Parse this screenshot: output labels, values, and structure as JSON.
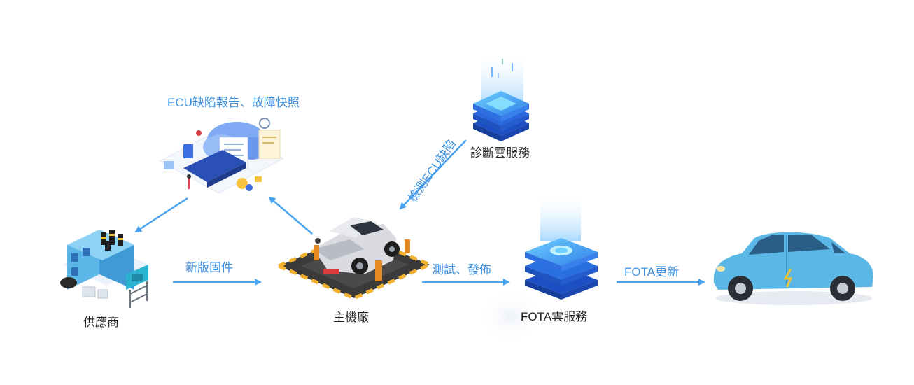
{
  "nodes": {
    "supplier": "供應商",
    "oem": "主機廠",
    "diagnosis_cloud": "診斷雲服務",
    "fota_cloud": "FOTA雲服務"
  },
  "flows": {
    "defect_report": "ECU缺陷報告、故障快照",
    "detect_defect": "檢測ECU缺陷",
    "new_firmware": "新版固件",
    "test_release": "測試、發佈",
    "fota_update": "FOTA更新"
  },
  "colors": {
    "arrow": "#4aa3f0",
    "label_blue": "#3a8fe0",
    "node_text": "#222222",
    "car_body": "#5bb8e6"
  },
  "icons": [
    "cloud-platform-icon",
    "factory-icon",
    "car-repair-icon",
    "stacked-cloud-icon",
    "fota-server-icon",
    "car-icon"
  ]
}
